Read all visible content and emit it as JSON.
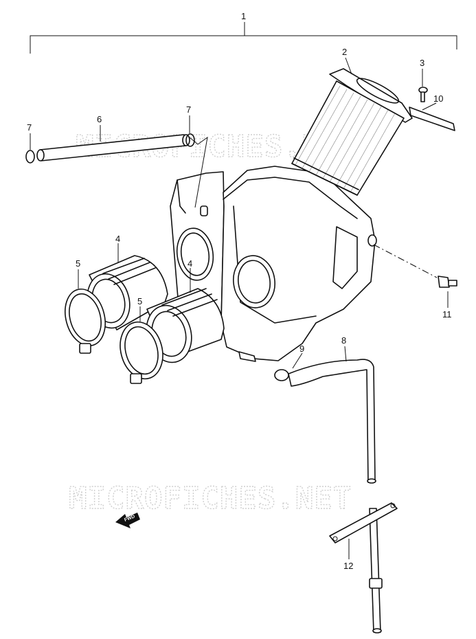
{
  "callouts": {
    "c1": "1",
    "c2": "2",
    "c3": "3",
    "c4a": "4",
    "c4b": "4",
    "c5a": "5",
    "c5b": "5",
    "c6": "6",
    "c7a": "7",
    "c7b": "7",
    "c8": "8",
    "c9": "9",
    "c10": "10",
    "c11": "11",
    "c12": "12"
  },
  "watermark": {
    "top": "MICROFICHES.NET",
    "bottom": "MICROFICHES.NET"
  },
  "fwd_label": "FWD"
}
